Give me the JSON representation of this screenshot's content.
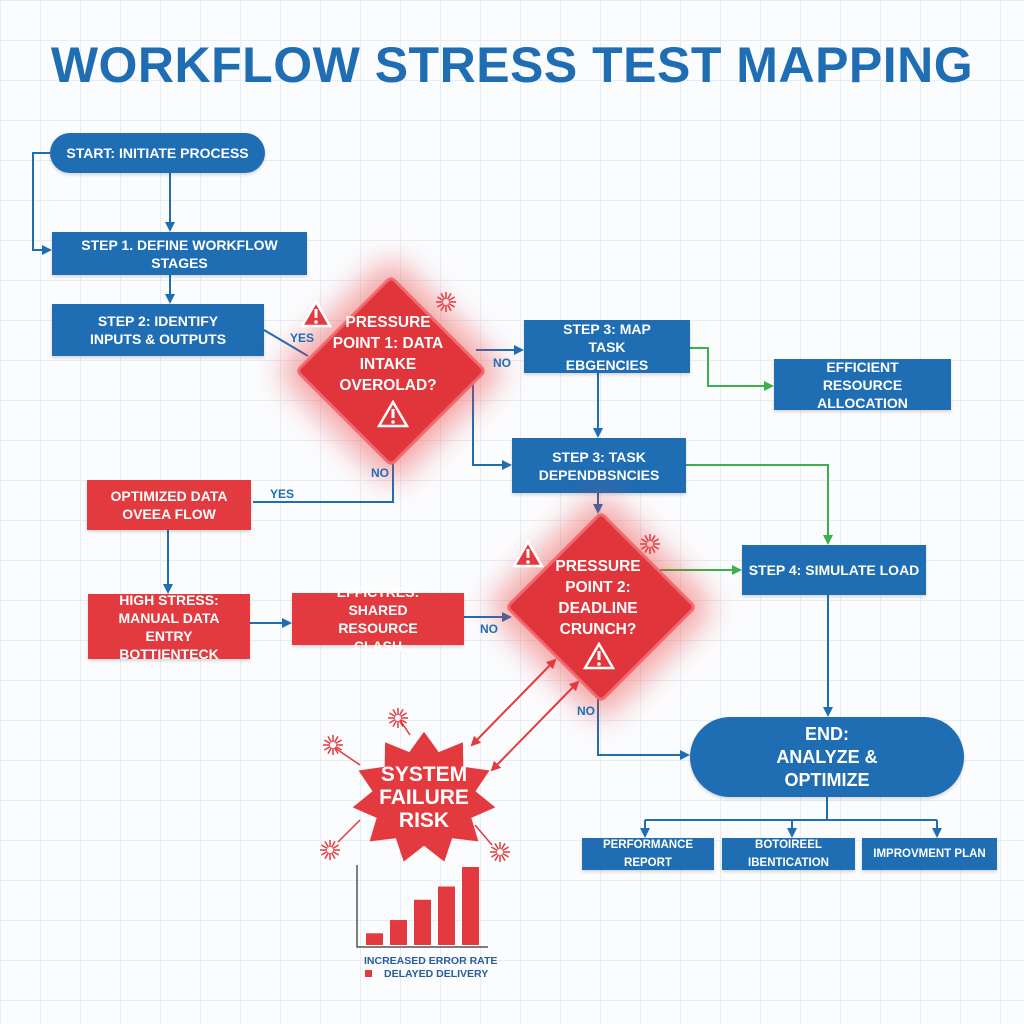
{
  "title": "WORKFLOW STRESS TEST MAPPING",
  "nodes": {
    "start": "START: INITIATE PROCESS",
    "step1": "STEP 1. DEFINE WORKFLOW STAGES",
    "step2": "STEP 2: IDENTIFY INPUTS & OUTPUTS",
    "pressure1": "PRESSURE POINT 1: DATA INTAKE OVEROLAD?",
    "step3_map": "STEP 3: MAP TASK EBGENCIES",
    "efficient": "EFFICIENT RESOURCE ALLOCATION",
    "step3_task": "STEP 3: TASK DEPENDBSNCIES",
    "optimized": "OPTIMIZED DATA OVEEA FLOW",
    "high_stress": "HIGH STRESS: MANUAL DATA ENTRY BOTTIENTECK",
    "effictres": "EFFICTRES: SHARED RESOURCE CLASH",
    "pressure2": "PRESSURE POINT 2: DEADLINE CRUNCH?",
    "step4": "STEP 4: SIMULATE LOAD",
    "end": "END: ANALYZE & OPTIMIZE",
    "failure": "SYSTEM FAILURE RISK"
  },
  "edge_labels": {
    "yes1": "YES",
    "no1": "NO",
    "no2": "NO",
    "yes2": "YES",
    "no3": "NO",
    "no4": "NO"
  },
  "outputs": [
    "PERFORMANCE REPORT",
    "BOTOIREEL IBENTICATION",
    "IMPROVMENT PLAN"
  ],
  "mini_chart": {
    "values": [
      1.5,
      3.2,
      5.8,
      7.5,
      10
    ],
    "legend": [
      "INCREASED ERROR RATE",
      "DELAYED DELIVERY"
    ]
  },
  "colors": {
    "blue": "#1f6db3",
    "red": "#e23a3f",
    "green": "#3cb04a"
  }
}
